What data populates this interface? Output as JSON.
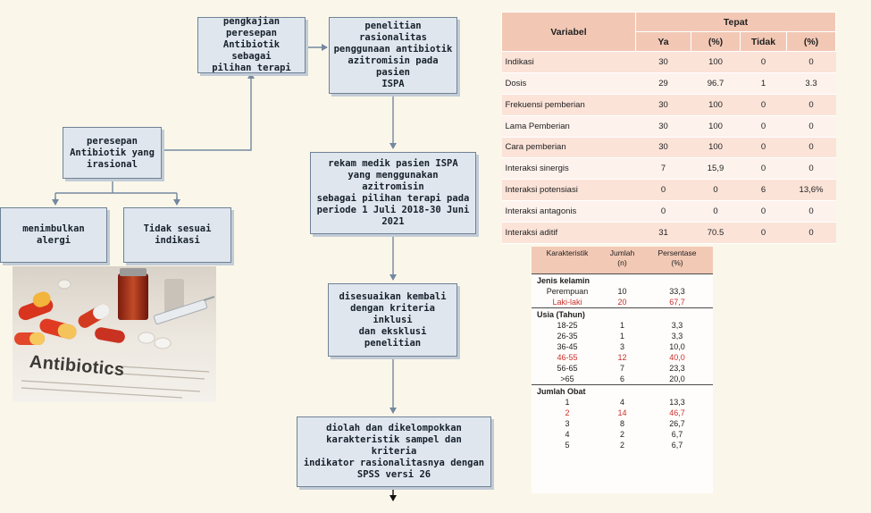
{
  "flow": {
    "prescribing": "pengkajian\nperesepan\nAntibiotik sebagai\npilihan terapi",
    "research": "penelitian rasionalitas\npenggunaan antibiotik\nazitromisin pada pasien\nISPA",
    "records": "rekam medik pasien ISPA\nyang menggunakan azitromisin\nsebagai pilihan terapi pada\nperiode 1 Juli 2018-30 Juni\n2021",
    "criteria": "disesuaikan kembali\ndengan kriteria inklusi\ndan eksklusi penelitian",
    "processing": "diolah dan dikelompokkan\nkarakteristik sampel dan kriteria\nindikator rasionalitasnya dengan\nSPSS versi 26",
    "irrational": "peresepan\nAntibiotik yang\nirasional",
    "allergy": "menimbulkan alergi",
    "not_indicated": "Tidak sesuai\nindikasi"
  },
  "photo": {
    "word": "Antibiotics"
  },
  "table_rationality": {
    "headers": {
      "variable": "Variabel",
      "group": "Tepat",
      "yes": "Ya",
      "pct1": "(%)",
      "no": "Tidak",
      "pct2": "(%)"
    },
    "rows": [
      {
        "label": "Indikasi",
        "ya": "30",
        "pct_ya": "100",
        "tidak": "0",
        "pct_tidak": "0"
      },
      {
        "label": "Dosis",
        "ya": "29",
        "pct_ya": "96.7",
        "tidak": "1",
        "pct_tidak": "3.3"
      },
      {
        "label": "Frekuensi pemberian",
        "ya": "30",
        "pct_ya": "100",
        "tidak": "0",
        "pct_tidak": "0"
      },
      {
        "label": "Lama Pemberian",
        "ya": "30",
        "pct_ya": "100",
        "tidak": "0",
        "pct_tidak": "0"
      },
      {
        "label": "Cara pemberian",
        "ya": "30",
        "pct_ya": "100",
        "tidak": "0",
        "pct_tidak": "0"
      },
      {
        "label": "Interaksi sinergis",
        "ya": "7",
        "pct_ya": "15,9",
        "tidak": "0",
        "pct_tidak": "0"
      },
      {
        "label": "Interaksi potensiasi",
        "ya": "0",
        "pct_ya": "0",
        "tidak": "6",
        "pct_tidak": "13,6%"
      },
      {
        "label": "Interaksi antagonis",
        "ya": "0",
        "pct_ya": "0",
        "tidak": "0",
        "pct_tidak": "0"
      },
      {
        "label": "Interaksi aditif",
        "ya": "31",
        "pct_ya": "70.5",
        "tidak": "0",
        "pct_tidak": "0"
      }
    ]
  },
  "table_characteristics": {
    "headers": {
      "characteristic": "Karakteristik",
      "count": "Jumlah\n(n)",
      "percent": "Persentase\n(%)"
    },
    "sections": [
      {
        "title": "Jenis kelamin",
        "rows": [
          {
            "label": "Perempuan",
            "n": "10",
            "pct": "33,3",
            "highlight": false
          },
          {
            "label": "Laki-laki",
            "n": "20",
            "pct": "67,7",
            "highlight": true
          }
        ]
      },
      {
        "title": "Usia (Tahun)",
        "rows": [
          {
            "label": "18-25",
            "n": "1",
            "pct": "3,3",
            "highlight": false
          },
          {
            "label": "26-35",
            "n": "1",
            "pct": "3,3",
            "highlight": false
          },
          {
            "label": "36-45",
            "n": "3",
            "pct": "10,0",
            "highlight": false
          },
          {
            "label": "46-55",
            "n": "12",
            "pct": "40,0",
            "highlight": true
          },
          {
            "label": "56-65",
            "n": "7",
            "pct": "23,3",
            "highlight": false
          },
          {
            "label": ">65",
            "n": "6",
            "pct": "20,0",
            "highlight": false
          }
        ]
      },
      {
        "title": "Jumlah Obat",
        "rows": [
          {
            "label": "1",
            "n": "4",
            "pct": "13,3",
            "highlight": false
          },
          {
            "label": "2",
            "n": "14",
            "pct": "46,7",
            "highlight": true
          },
          {
            "label": "3",
            "n": "8",
            "pct": "26,7",
            "highlight": false
          },
          {
            "label": "4",
            "n": "2",
            "pct": "6,7",
            "highlight": false
          },
          {
            "label": "5",
            "n": "2",
            "pct": "6,7",
            "highlight": false
          }
        ]
      }
    ]
  }
}
